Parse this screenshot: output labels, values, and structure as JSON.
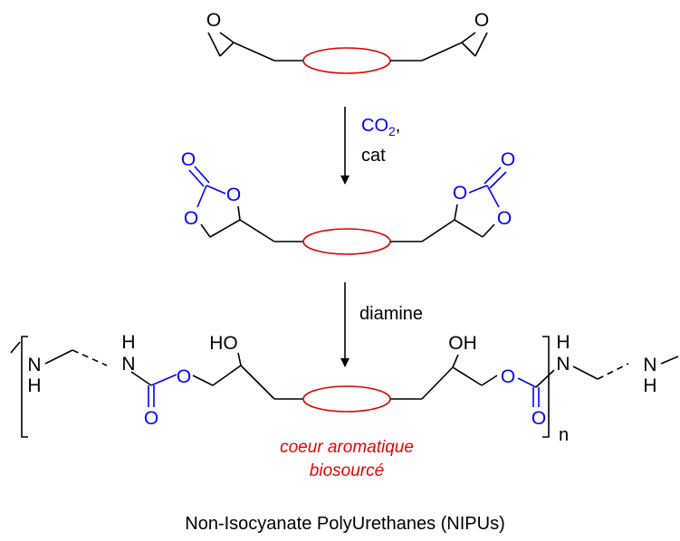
{
  "colors": {
    "bond": "#000000",
    "heteroatom": "#0000ff",
    "core": "#ee0000"
  },
  "reaction_steps": {
    "step1": {
      "reagent_prefix": "CO",
      "reagent_sub": "2",
      "reagent_suffix": ",",
      "reagent_line2": "cat"
    },
    "step2": {
      "reagent": "diamine"
    }
  },
  "atoms": {
    "o": "O",
    "nh_n": "N",
    "nh_h": "H",
    "ho": "HO",
    "oh": "OH"
  },
  "repeat_index": "n",
  "core_label": {
    "line1": "coeur aromatique",
    "line2": "biosourcé"
  },
  "caption": "Non-Isocyanate PolyUrethanes (NIPUs)"
}
